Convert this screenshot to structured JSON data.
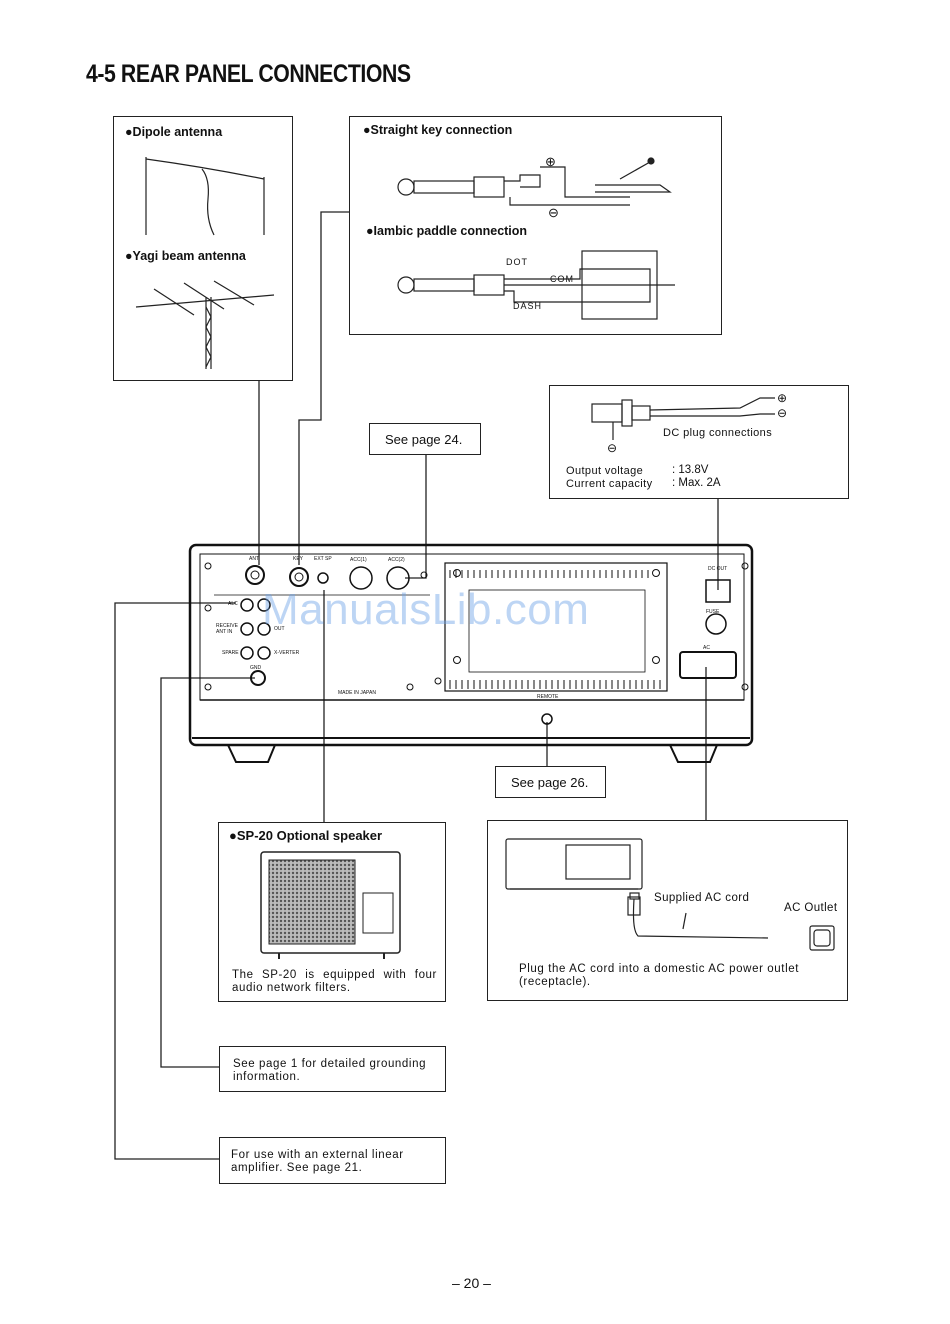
{
  "page": {
    "title": "4-5 REAR PANEL CONNECTIONS",
    "page_number": "– 20 –",
    "watermark": "ManualsLib.com"
  },
  "antenna_box": {
    "dipole": "●Dipole antenna",
    "yagi": "●Yagi beam antenna"
  },
  "key_box": {
    "straight": "●Straight key connection",
    "iambic": "●Iambic paddle connection",
    "plus": "⊕",
    "minus": "⊖",
    "dot": "DOT",
    "com": "COM",
    "dash": "DASH"
  },
  "dc_box": {
    "caption": "DC plug connections",
    "output_voltage_label": "Output voltage",
    "output_voltage_value": ": 13.8V",
    "current_capacity_label": "Current capacity",
    "current_capacity_value": ": Max. 2A",
    "plus": "⊕",
    "minus": "⊖"
  },
  "callouts": {
    "see_page_24": "See page 24.",
    "see_page_26": "See page 26."
  },
  "panel_labels": {
    "ant": "ANT",
    "key": "KEY",
    "ext_sp": "EXT SP",
    "acc1": "ACC(1)",
    "acc2": "ACC(2)",
    "alc": "ALC",
    "receive_ant_in": "RECEIVE ANT IN",
    "out": "OUT",
    "spare": "SPARE",
    "xverter": "X-VERTER",
    "gnd": "GND",
    "made_in_japan": "MADE IN JAPAN",
    "remote": "REMOTE",
    "dc_out": "DC OUT",
    "fuse": "FUSE",
    "ac": "AC"
  },
  "speaker_box": {
    "title": "●SP-20 Optional speaker",
    "text": "The SP-20 is equipped with four audio network filters."
  },
  "ac_box": {
    "cord": "Supplied AC cord",
    "outlet": "AC Outlet",
    "text": "Plug the AC cord into a domestic AC power outlet (receptacle)."
  },
  "notes": {
    "grounding": "See page 1 for detailed grounding information.",
    "linear": "For use with an external linear amplifier. See page 21."
  }
}
